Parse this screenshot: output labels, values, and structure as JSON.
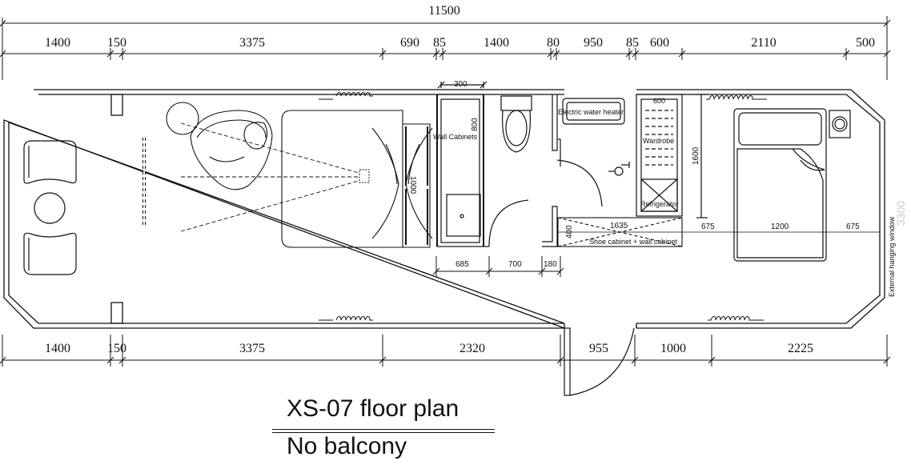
{
  "plan": {
    "overall_length": "11500",
    "top_dims": [
      "1400",
      "150",
      "3375",
      "690",
      "85",
      "1400",
      "80",
      "950",
      "85",
      "600",
      "2110",
      "500"
    ],
    "bottom_dims": [
      "1400",
      "150",
      "3375",
      "2320",
      "955",
      "1000",
      "2225"
    ],
    "interior_dims": {
      "cab_300": "300",
      "cab_800": "800",
      "cab_1000": "1000",
      "d685": "685",
      "d700": "700",
      "d180": "180",
      "d400": "400",
      "d1635": "1635",
      "d600": "600",
      "d1600": "1600",
      "d675a": "675",
      "d1200": "1200",
      "d675b": "675",
      "side_3300": "3300"
    },
    "labels": {
      "wall_cabinets": "Wall Cabinets",
      "water_heater": "Electric water heater",
      "wardrobe": "Wardrobe",
      "refrigerator": "Refrigerator",
      "shoe_cabinet": "Shoe cabinet + wall cabinet",
      "external_window": "External hanging window"
    }
  },
  "title": "XS-07 floor plan",
  "subtitle": "No balcony"
}
